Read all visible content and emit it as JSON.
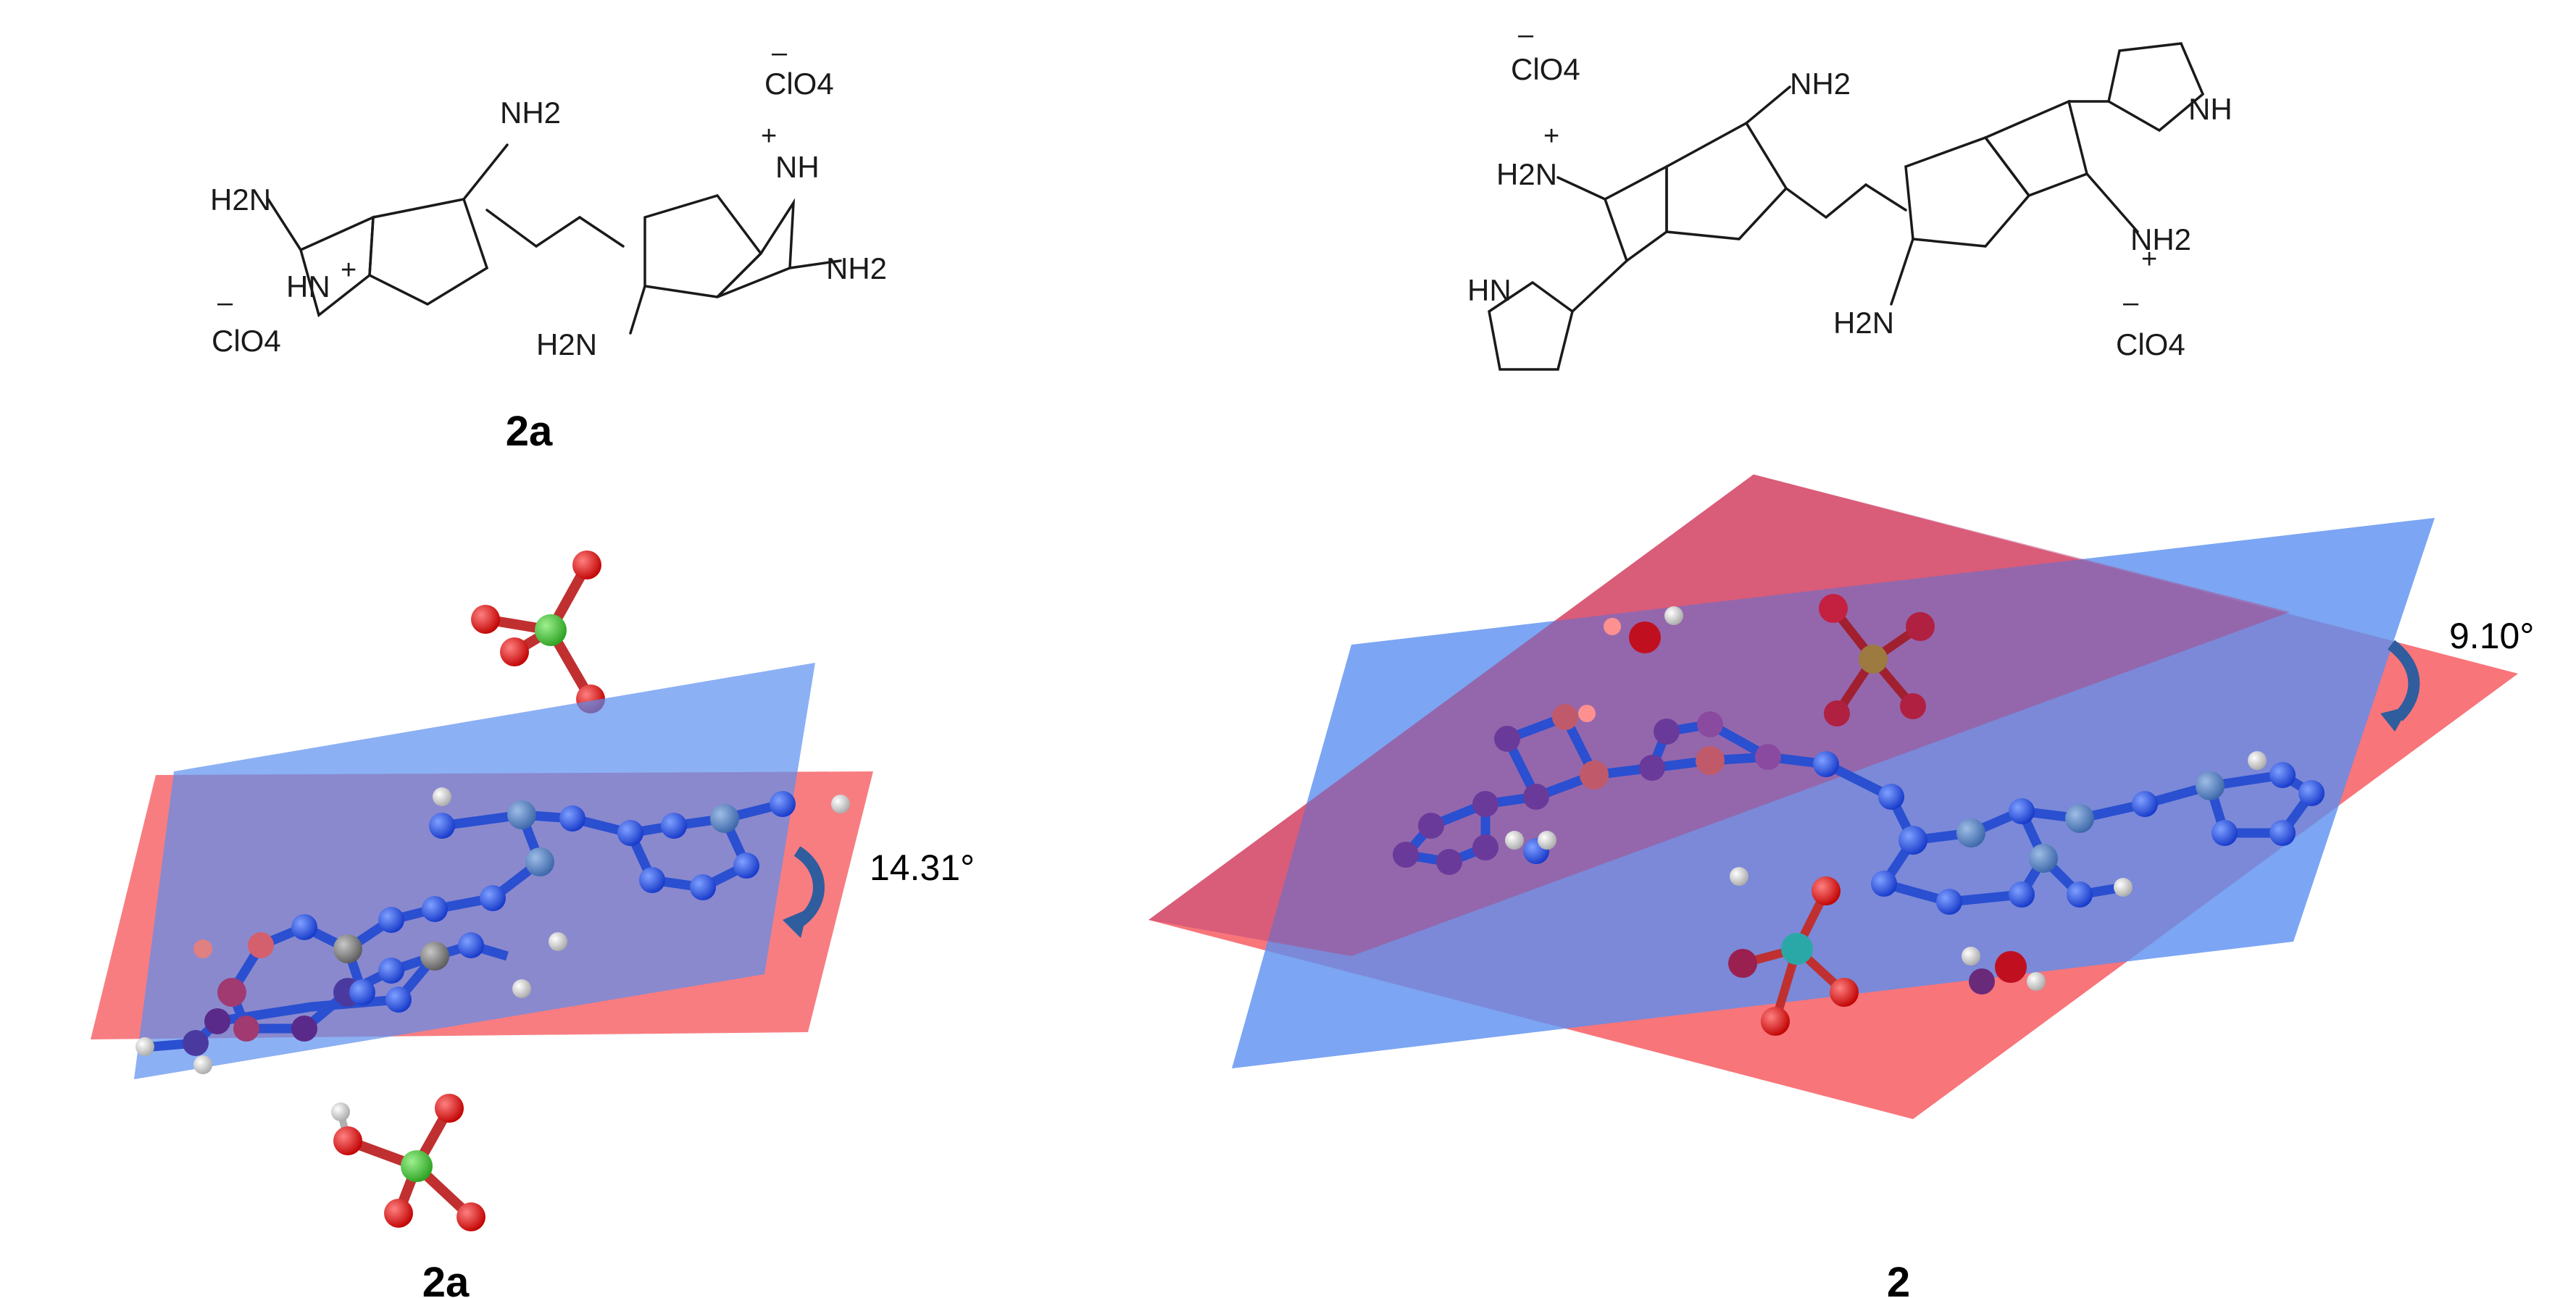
{
  "left_panel": {
    "structure_label": "2a",
    "model_label": "2a",
    "dihedral_angle": "14.31°",
    "atoms": {
      "nh2_top": "NH2",
      "h2n_left": "H2N",
      "h2n_bottom": "H2N",
      "nh2_right": "NH2",
      "hn_plus": "HN",
      "nh_plus": "NH",
      "clo4_top": "ClO4",
      "clo4_bottom": "ClO4"
    }
  },
  "right_panel": {
    "model_label": "2",
    "dihedral_angle": "9.10°",
    "atoms": {
      "clo4_top": "ClO4",
      "clo4_bottom": "ClO4",
      "h2n_plus_left": "H2N",
      "nh2_top": "NH2",
      "nh2_plus_right": "NH2",
      "h2n_bottom": "H2N",
      "hn_tetrazole": "HN",
      "nh_tetrazole": "NH"
    }
  },
  "colors": {
    "plane_red": "#f7666b",
    "plane_blue": "#5b8ff0",
    "nitrogen": "#1f4fe0",
    "carbon": "#5a86c4",
    "oxygen": "#e01010",
    "chlorine": "#47c93a",
    "hydrogen": "#e8e8e8"
  }
}
